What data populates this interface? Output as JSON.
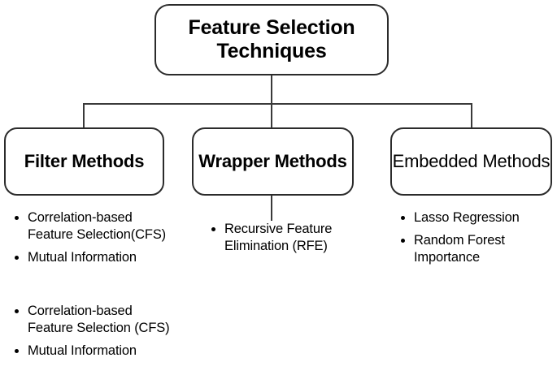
{
  "diagram": {
    "type": "hierarchy-tree",
    "title": "Feature Selection Techniques",
    "colors": {
      "box_border": "#2b2b2b",
      "box_fill": "#ffffff",
      "connector": "#3a3a3a",
      "text": "#000000",
      "background": "#ffffff"
    },
    "root": {
      "label": "Feature Selection\nTechniques"
    },
    "branches": [
      {
        "id": "filter",
        "label": "Filter Methods",
        "items": [
          "Correlation-based\nFeature Selection(CFS)",
          "Mutual Information"
        ]
      },
      {
        "id": "wrapper",
        "label": "Wrapper Methods",
        "items": [
          "Recursive Feature\nElimination (RFE)"
        ]
      },
      {
        "id": "embedded",
        "label": "Embedded Methods",
        "items": [
          "Lasso Regression",
          "Random Forest\nImportance"
        ]
      }
    ],
    "extra_list": {
      "items": [
        "Correlation-based\nFeature Selection  (CFS)",
        "Mutual Information"
      ]
    }
  }
}
